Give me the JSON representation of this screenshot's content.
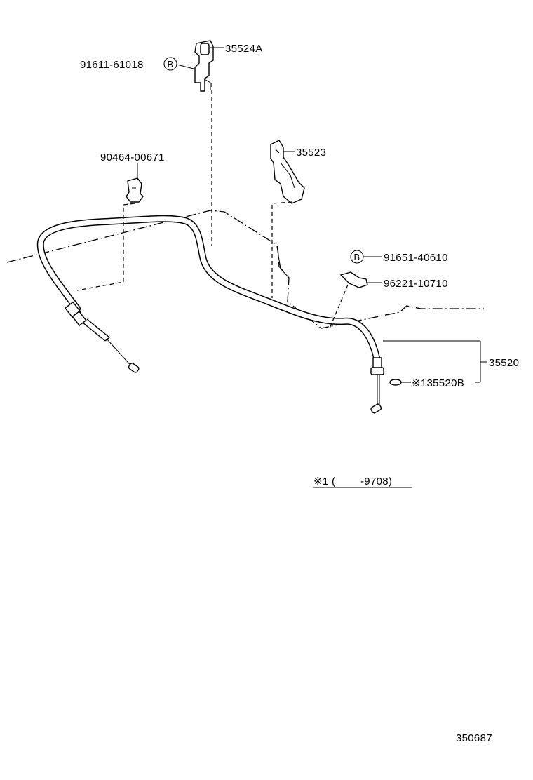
{
  "labels": {
    "p35524a": "35524A",
    "p91611": "91611-61018",
    "p90464": "90464-00671",
    "p35523": "35523",
    "p91651": "91651-40610",
    "p96221": "96221-10710",
    "p35520": "35520",
    "p135520b": "※135520B",
    "circle_b": "B",
    "note": "※1 (        -9708)",
    "diagram_code": "350687"
  }
}
